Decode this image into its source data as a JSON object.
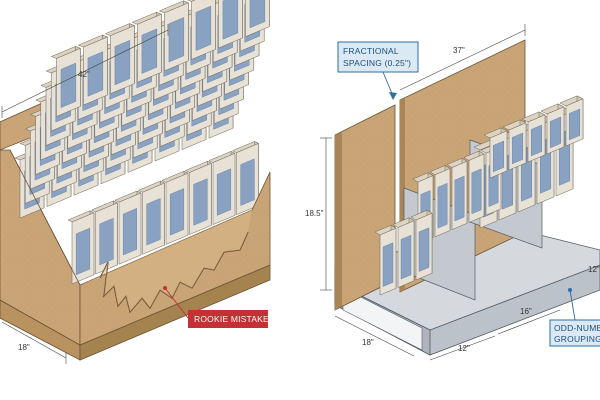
{
  "left_panel": {
    "dims": {
      "width": "42\"",
      "depth": "18\""
    },
    "callout": {
      "text": "ROOKIE MISTAKE"
    }
  },
  "right_panel": {
    "dims": {
      "width": "37\"",
      "height": "18.5\"",
      "depth": "18\"",
      "seg1": "12\"",
      "seg2": "16\"",
      "seg3": "12\""
    },
    "callout_spacing": {
      "line1": "FRACTIONAL",
      "line2": "SPACING (0.25\")"
    },
    "callout_grouping": {
      "line1": "ODD-NUMBER",
      "line2": "GROUPING"
    }
  },
  "colors": {
    "cardboard": "#c9a477",
    "cardboard_dark": "#a98658",
    "book_top": "#ddd3c2",
    "book_spine": "#e7e1d6",
    "book_label": "#8aa2c2",
    "red_callout": "#c62f33",
    "blue_callout_fill": "#dbe9f5",
    "blue_callout_border": "#2f6ea3",
    "shelf": "#c7ccd3"
  }
}
